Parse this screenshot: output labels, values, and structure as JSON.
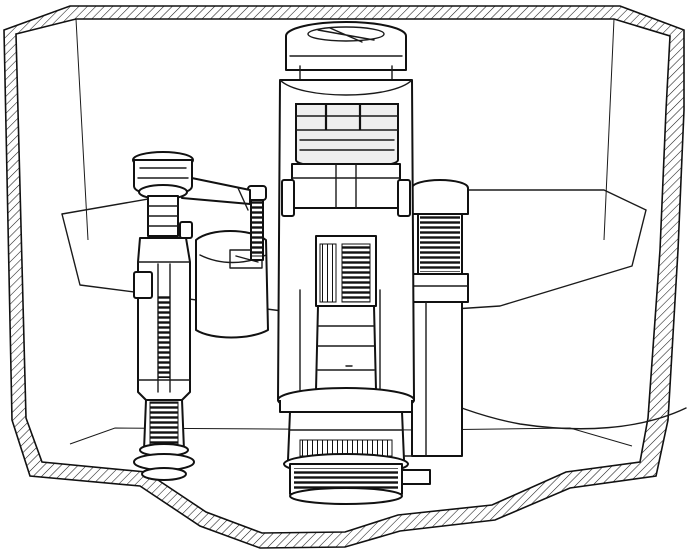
{
  "figure": {
    "description_label": "",
    "colors": {
      "ink": "#1a1a1a",
      "background": "#ffffff",
      "hatch": "#1a1a1a"
    },
    "parts": [
      {
        "name": "cistern-tank",
        "icon": "cistern-icon"
      },
      {
        "name": "fill-valve",
        "icon": "fill-valve-icon"
      },
      {
        "name": "float-cup",
        "icon": "float-icon"
      },
      {
        "name": "dual-flush-valve",
        "icon": "flush-valve-icon"
      },
      {
        "name": "overflow-spring",
        "icon": "spring-icon"
      },
      {
        "name": "water-level-line",
        "icon": "water-line-icon"
      }
    ]
  }
}
